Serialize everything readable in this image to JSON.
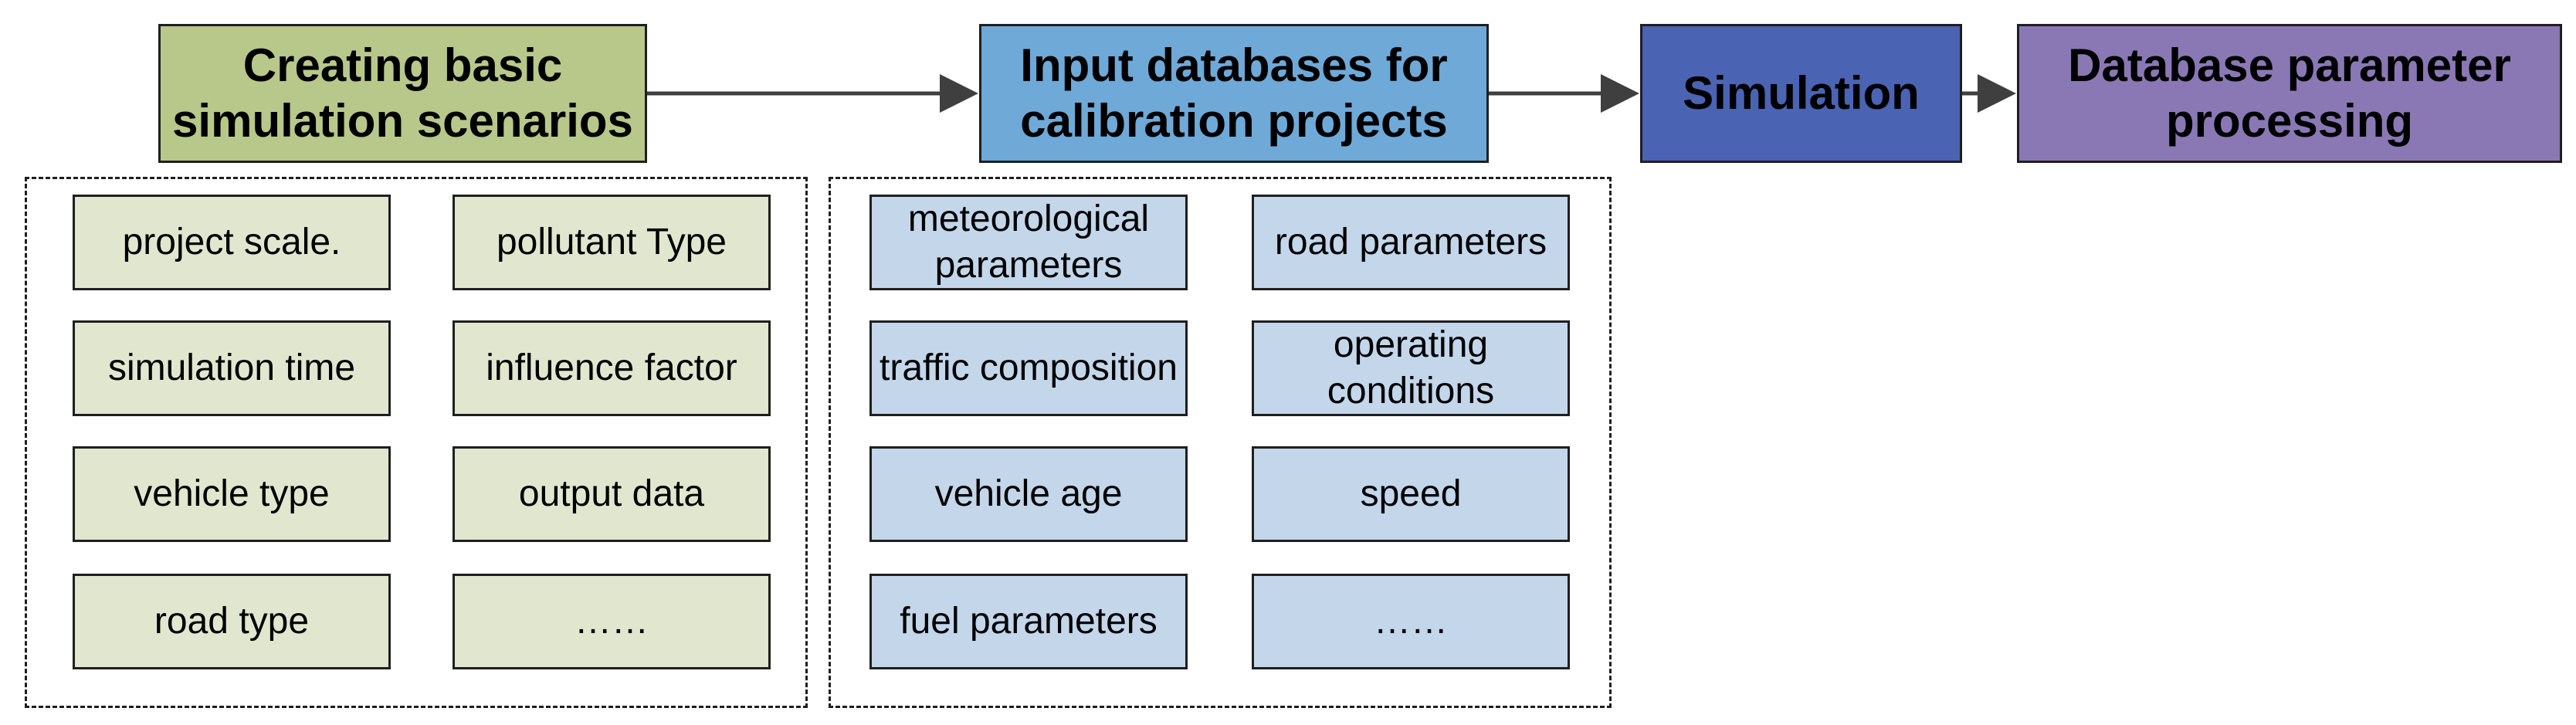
{
  "colors": {
    "green_header": "#b7c88a",
    "blue_header": "#6ea9d8",
    "dark_blue_header": "#4a63b2",
    "purple_header": "#8a78b5",
    "green_item": "#e1e7cf",
    "blue_item": "#c3d6ea",
    "line": "#3f3f3f",
    "border": "#1f1f1f"
  },
  "flow": [
    {
      "key": "step1",
      "label": "Creating basic simulation scenarios"
    },
    {
      "key": "step2",
      "label": "Input databases for calibration projects"
    },
    {
      "key": "step3",
      "label": "Simulation"
    },
    {
      "key": "step4",
      "label": "Database parameter processing"
    }
  ],
  "groups": [
    {
      "key": "scenario",
      "items": [
        "project scale.",
        "pollutant Type",
        "simulation time",
        "influence factor",
        "vehicle type",
        "output data",
        "road type",
        "……"
      ]
    },
    {
      "key": "databases",
      "items": [
        "meteorological parameters",
        "road parameters",
        "traffic composition",
        "operating conditions",
        "vehicle age",
        "speed",
        "fuel parameters",
        "……"
      ]
    }
  ]
}
